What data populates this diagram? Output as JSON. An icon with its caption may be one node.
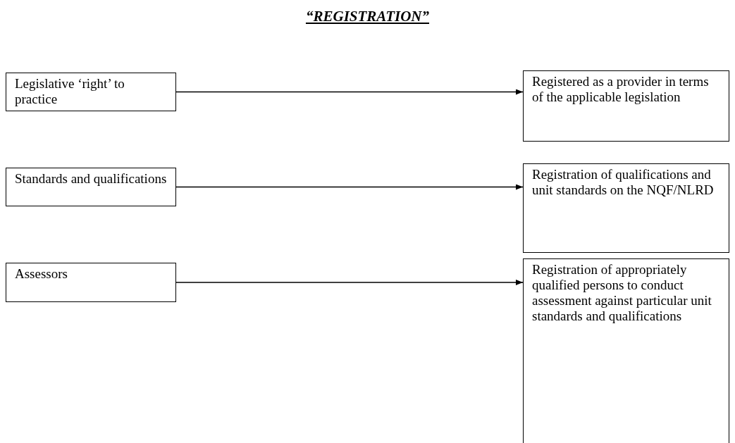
{
  "diagram": {
    "title": "“REGISTRATION”",
    "nodes": [
      {
        "text": [
          "Legislative ‘right’ to practice"
        ]
      },
      {
        "text": [
          "Registered as a provider in terms of the applicable legislation"
        ]
      },
      {
        "text": [
          "Standards and qualifications"
        ]
      },
      {
        "text": [
          "Registration of qualifications and unit standards on the NQF/NLRD"
        ]
      },
      {
        "text": [
          "Assessors"
        ]
      },
      {
        "text": [
          "Registration of appropriately qualified persons to conduct assessment against particular unit standards and qualifications"
        ]
      }
    ],
    "edges": [
      {
        "from": 0,
        "to": 1,
        "arrow": "to"
      },
      {
        "from": 2,
        "to": 3,
        "arrow": "to"
      },
      {
        "from": 4,
        "to": 5,
        "arrow": "to"
      }
    ]
  }
}
